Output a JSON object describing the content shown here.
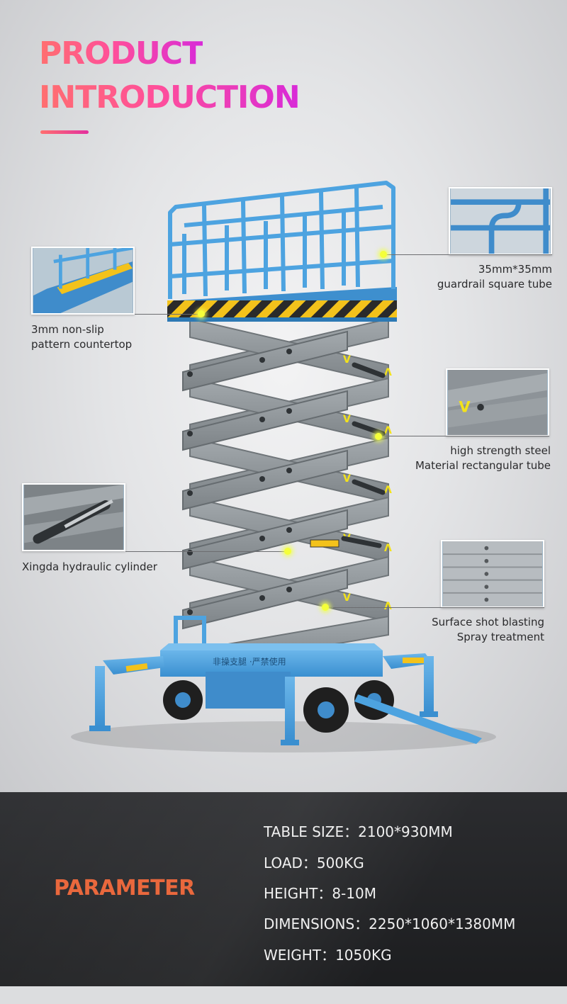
{
  "header": {
    "title_line1": "PRODUCT",
    "title_line2": "INTRODUCTION"
  },
  "features": [
    {
      "label_line1": "3mm non-slip",
      "label_line2": "pattern countertop",
      "icon": "countertop-thumbnail"
    },
    {
      "label_line1": "35mm*35mm",
      "label_line2": "guardrail square tube",
      "icon": "guardrail-thumbnail"
    },
    {
      "label_line1": "high strength steel",
      "label_line2": "Material rectangular tube",
      "icon": "steel-tube-thumbnail"
    },
    {
      "label_line1": "Xingda hydraulic cylinder",
      "icon": "hydraulic-cylinder-thumbnail"
    },
    {
      "label_line1": "Surface shot blasting",
      "label_line2": "Spray treatment",
      "icon": "surface-treatment-thumbnail"
    }
  ],
  "product_image": {
    "chassis_text": "非操支腿 ·严禁使用"
  },
  "parameters": {
    "title": "PARAMETER",
    "specs": [
      {
        "text": "TABLE SIZE：2100*930MM"
      },
      {
        "text": "LOAD：500KG"
      },
      {
        "text": "HEIGHT：8-10M"
      },
      {
        "text": "DIMENSIONS：2250*1060*1380MM"
      },
      {
        "text": "WEIGHT：1050KG"
      }
    ]
  },
  "colors": {
    "title_gradient_start": "#ff6f6f",
    "title_gradient_end": "#d82ad8",
    "parameter_title": "#e9683d",
    "machine_blue": "#4da3e0",
    "scissor_gray": "#8f9599",
    "hazard_yellow": "#f3c21b",
    "highlight_dot": "#f4ff3a",
    "dark_panel": "#222326"
  }
}
